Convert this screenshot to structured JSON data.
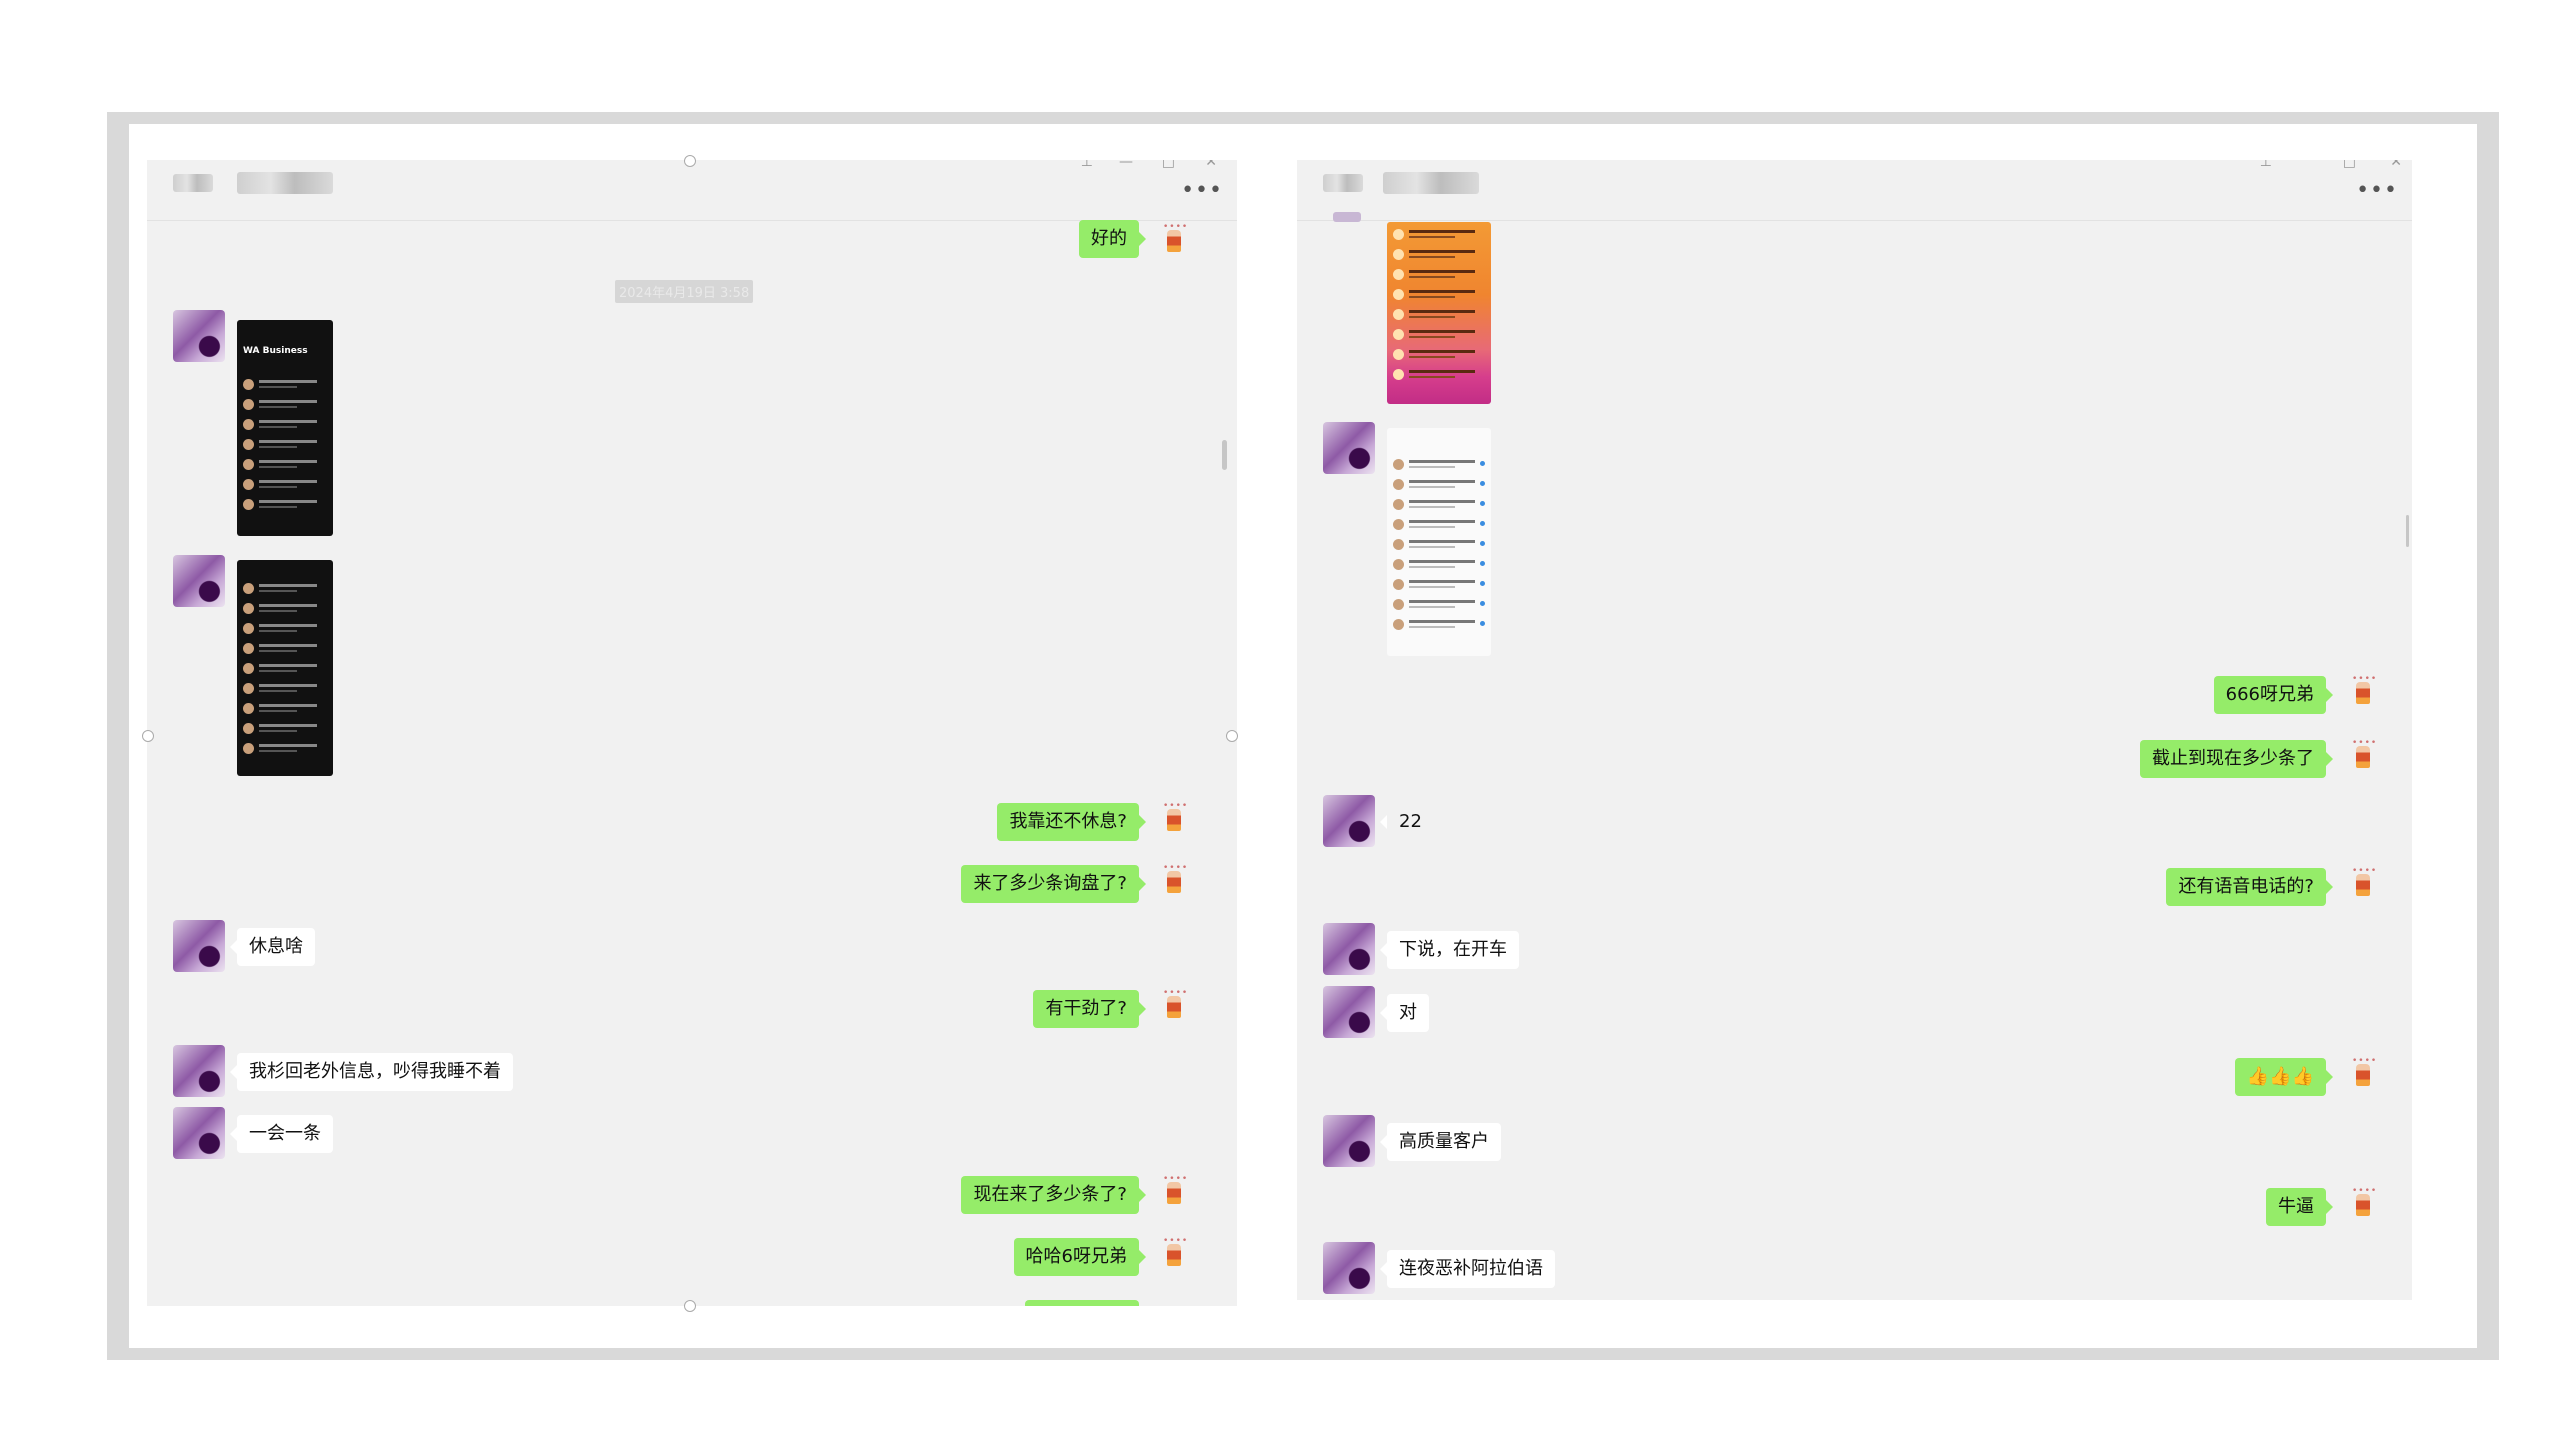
{
  "left_chat": {
    "timestamp": "2024年4月19日 3:58",
    "shot1_title": "WA Business",
    "messages": [
      {
        "side": "out",
        "text": "好的"
      },
      {
        "side": "out",
        "text": "我靠还不休息?"
      },
      {
        "side": "out",
        "text": "来了多少条询盘了?"
      },
      {
        "side": "in",
        "text": "休息啥"
      },
      {
        "side": "out",
        "text": "有干劲了?"
      },
      {
        "side": "in",
        "text": "我杉回老外信息，吵得我睡不着"
      },
      {
        "side": "in",
        "text": "一会一条"
      },
      {
        "side": "out",
        "text": "现在来了多少条了?"
      },
      {
        "side": "out",
        "text": "哈哈6呀兄弟"
      }
    ]
  },
  "right_chat": {
    "messages": [
      {
        "side": "out",
        "text": "666呀兄弟"
      },
      {
        "side": "out",
        "text": "截止到现在多少条了"
      },
      {
        "side": "in",
        "text": "22"
      },
      {
        "side": "out",
        "text": "还有语音电话的?"
      },
      {
        "side": "in",
        "text": "下说，在开车"
      },
      {
        "side": "in",
        "text": "对"
      },
      {
        "side": "out",
        "text": "👍👍👍"
      },
      {
        "side": "in",
        "text": "高质量客户"
      },
      {
        "side": "out",
        "text": "牛逼"
      },
      {
        "side": "in",
        "text": "连夜恶补阿拉伯语"
      }
    ]
  },
  "icons": {
    "more": "more-dots-icon",
    "pin": "pin-icon",
    "minimize": "minimize-icon",
    "maximize": "maximize-icon",
    "close": "close-icon"
  },
  "more_label": "•••",
  "colors": {
    "bubble_out": "#95ec69",
    "bubble_in": "#ffffff",
    "chat_bg": "#f1f1f1"
  }
}
